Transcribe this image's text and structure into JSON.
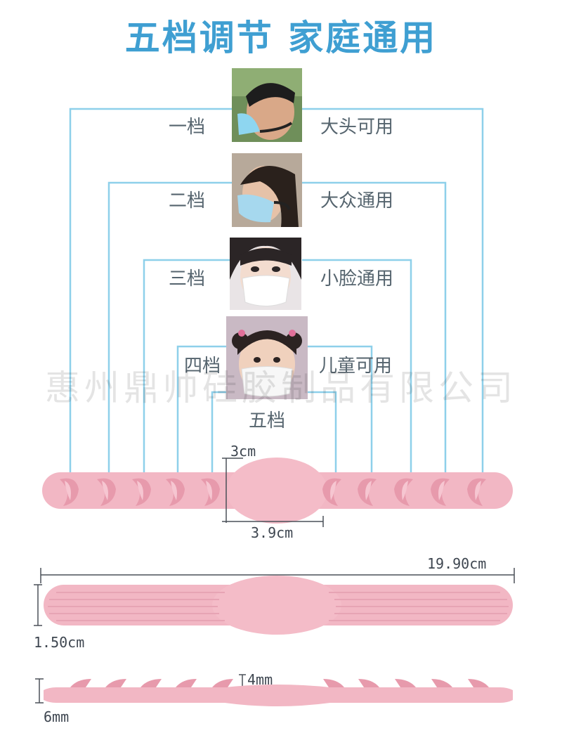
{
  "title": "五档调节 家庭通用",
  "levels": [
    {
      "label": "一档",
      "usage": "大头可用"
    },
    {
      "label": "二档",
      "usage": "大众通用"
    },
    {
      "label": "三档",
      "usage": "小脸通用"
    },
    {
      "label": "四档",
      "usage": "儿童可用"
    },
    {
      "label": "五档"
    }
  ],
  "watermark": "惠州鼎帅硅胶制品有限公司",
  "dimensions": {
    "center_height": "3cm",
    "center_width": "3.9cm",
    "total_length": "19.90cm",
    "strap_width": "1.50cm",
    "side_height": "6mm",
    "center_thickness": "4mm"
  },
  "colors": {
    "title": "#3f9fd2",
    "lines": "#8ed0ea",
    "strap": "#f2b7c4",
    "strap_hook": "#e79aac"
  }
}
